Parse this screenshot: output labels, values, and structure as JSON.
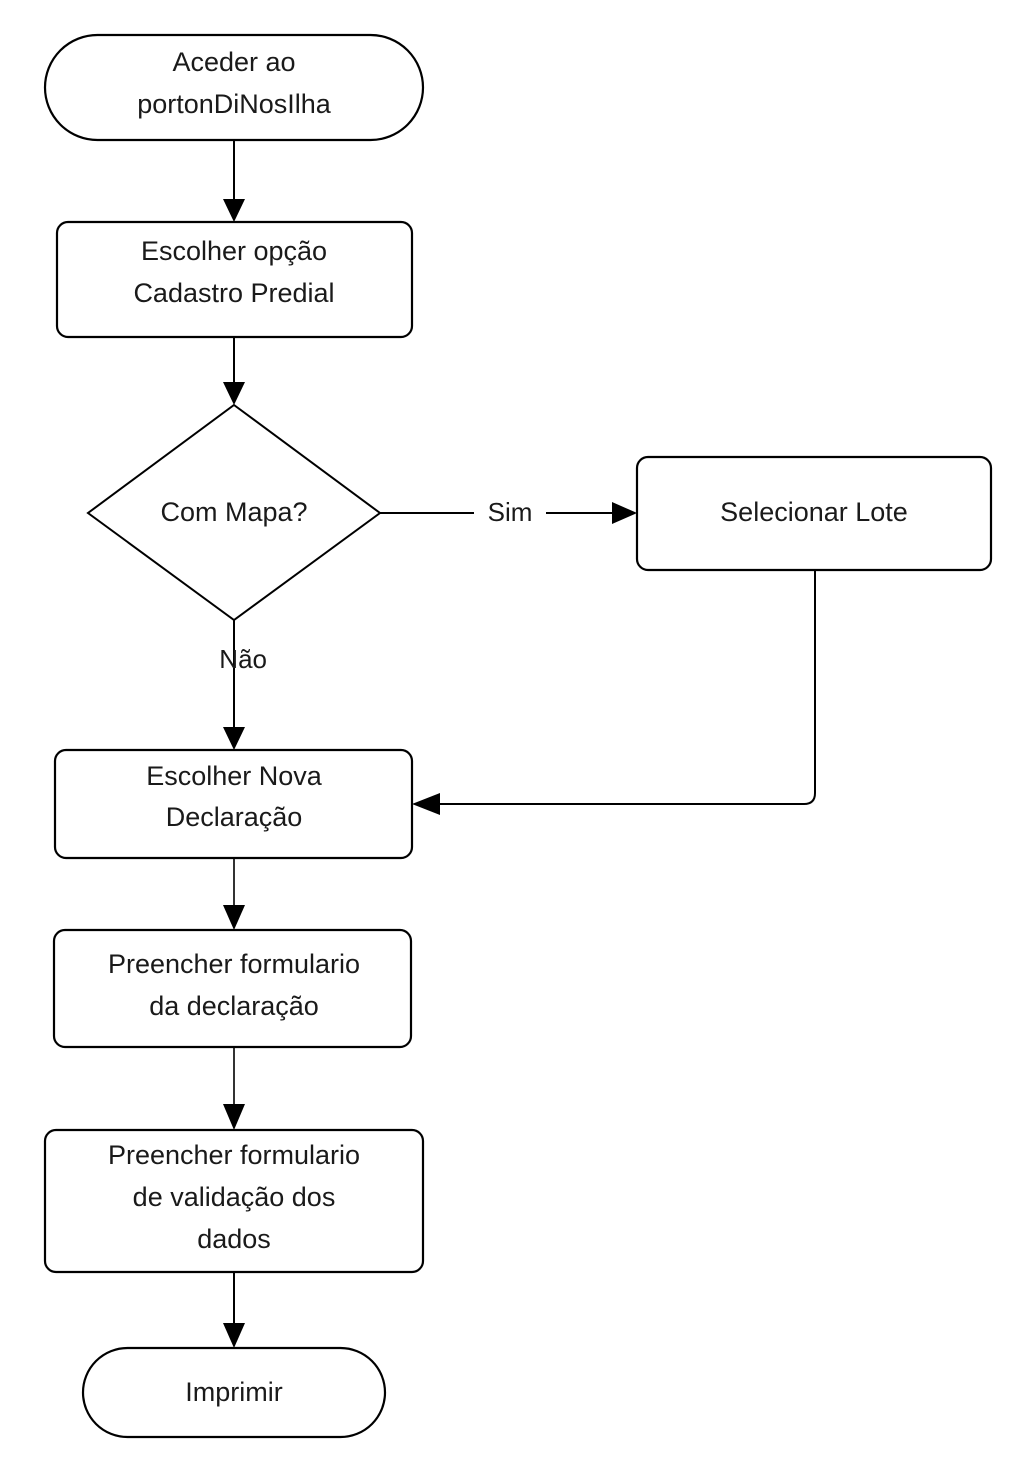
{
  "diagram": {
    "type": "flowchart",
    "orientation": "top-to-bottom",
    "background_color": "#ffffff",
    "line_color": "#000000",
    "text_color": "#1a1a1a",
    "nodes": [
      {
        "id": "start",
        "shape": "stadium",
        "lines": [
          "Aceder ao",
          "portonDiNosIlha"
        ]
      },
      {
        "id": "cadastro",
        "shape": "rounded-rect",
        "lines": [
          "Escolher opção",
          "Cadastro Predial"
        ]
      },
      {
        "id": "com-mapa",
        "shape": "diamond",
        "lines": [
          "Com Mapa?"
        ]
      },
      {
        "id": "selecionar-lote",
        "shape": "rounded-rect",
        "lines": [
          "Selecionar Lote"
        ]
      },
      {
        "id": "nova-declaracao",
        "shape": "rounded-rect",
        "lines": [
          "Escolher Nova",
          "Declaração"
        ]
      },
      {
        "id": "form-declaracao",
        "shape": "rounded-rect",
        "lines": [
          "Preencher formulario",
          "da declaração"
        ]
      },
      {
        "id": "form-validacao",
        "shape": "rounded-rect",
        "lines": [
          "Preencher formulario",
          "de validação dos",
          "dados"
        ]
      },
      {
        "id": "imprimir",
        "shape": "stadium",
        "lines": [
          "Imprimir"
        ]
      }
    ],
    "edges": [
      {
        "from": "start",
        "to": "cadastro",
        "label": ""
      },
      {
        "from": "cadastro",
        "to": "com-mapa",
        "label": ""
      },
      {
        "from": "com-mapa",
        "to": "selecionar-lote",
        "label": "Sim"
      },
      {
        "from": "com-mapa",
        "to": "nova-declaracao",
        "label": "Não"
      },
      {
        "from": "selecionar-lote",
        "to": "nova-declaracao",
        "label": ""
      },
      {
        "from": "nova-declaracao",
        "to": "form-declaracao",
        "label": ""
      },
      {
        "from": "form-declaracao",
        "to": "form-validacao",
        "label": ""
      },
      {
        "from": "form-validacao",
        "to": "imprimir",
        "label": ""
      }
    ]
  }
}
